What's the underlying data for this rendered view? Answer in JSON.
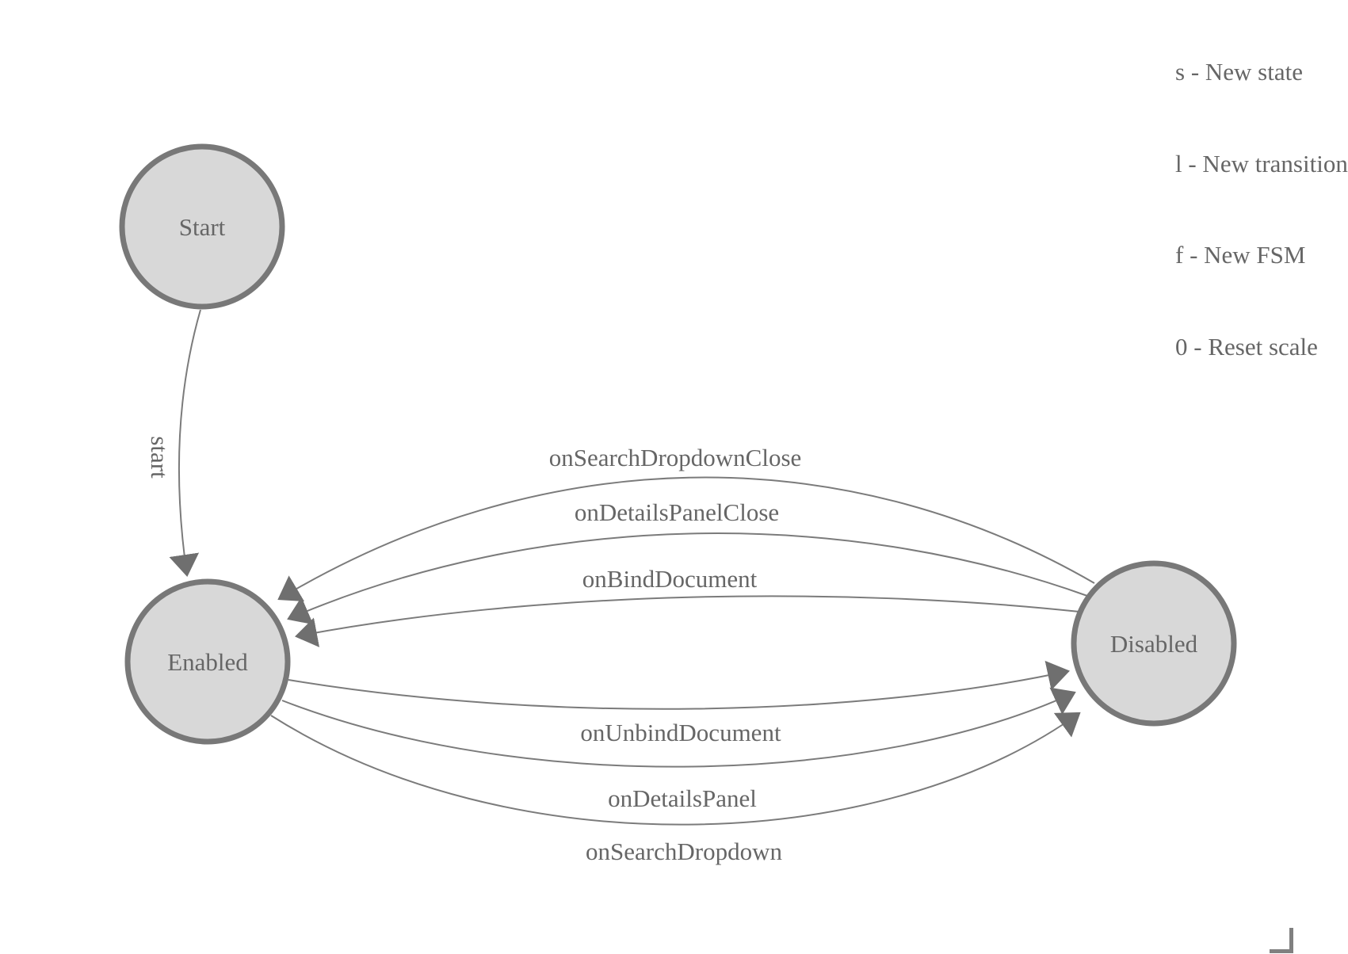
{
  "legend": {
    "lines": [
      "s - New state",
      "l - New transition",
      "f - New FSM",
      "0 - Reset scale"
    ]
  },
  "diagram": {
    "type": "state-machine",
    "nodes": [
      {
        "id": "start",
        "label": "Start"
      },
      {
        "id": "enabled",
        "label": "Enabled"
      },
      {
        "id": "disabled",
        "label": "Disabled"
      }
    ],
    "edges": [
      {
        "label": "start",
        "from": "Start",
        "to": "Enabled"
      },
      {
        "label": "onSearchDropdownClose",
        "from": "Disabled",
        "to": "Enabled"
      },
      {
        "label": "onDetailsPanelClose",
        "from": "Disabled",
        "to": "Enabled"
      },
      {
        "label": "onBindDocument",
        "from": "Disabled",
        "to": "Enabled"
      },
      {
        "label": "onUnbindDocument",
        "from": "Enabled",
        "to": "Disabled"
      },
      {
        "label": "onDetailsPanel",
        "from": "Enabled",
        "to": "Disabled"
      },
      {
        "label": "onSearchDropdown",
        "from": "Enabled",
        "to": "Disabled"
      }
    ],
    "colors": {
      "node_fill": "#d8d8d8",
      "node_stroke": "#787878",
      "edge_line": "#7b7b7b",
      "arrow_fill": "#6f6f6f",
      "label_text": "#666666"
    }
  }
}
